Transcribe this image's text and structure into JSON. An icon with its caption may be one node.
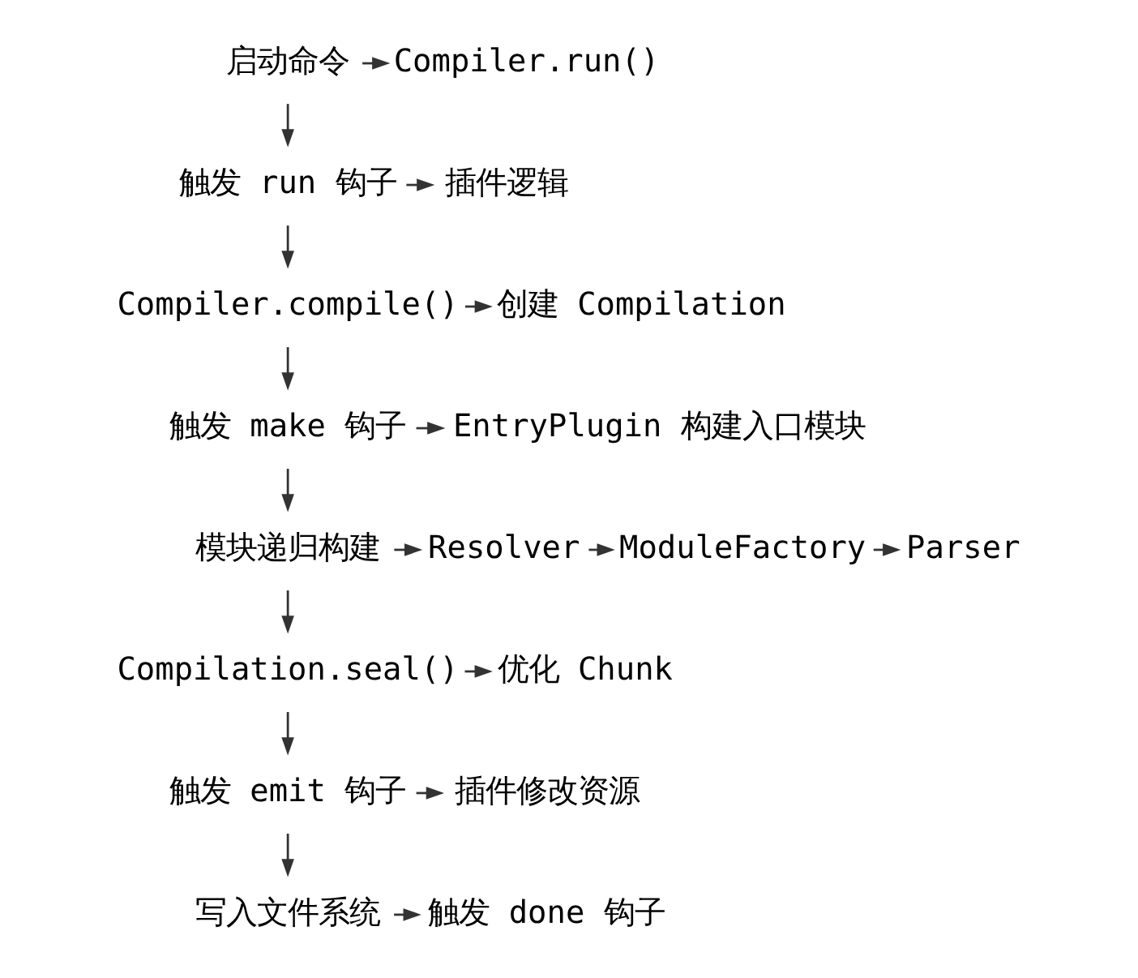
{
  "diagram": {
    "nodes": [
      {
        "text": [
          "启动命令"
        ]
      },
      {
        "text": [
          "Compiler.run()"
        ]
      },
      {
        "text": [
          "触发 run 钩子"
        ]
      },
      {
        "text": [
          "插件逻辑"
        ]
      },
      {
        "text": [
          "Compiler.compile()"
        ]
      },
      {
        "text": [
          "创建 Compilation"
        ]
      },
      {
        "text": [
          "触发 make 钩子"
        ]
      },
      {
        "text": [
          "EntryPlugin 构建入口模块"
        ]
      },
      {
        "text": [
          "模块递归构建"
        ]
      },
      {
        "text": [
          "Resolver"
        ]
      },
      {
        "text": [
          "ModuleFactory"
        ]
      },
      {
        "text": [
          "Parser"
        ]
      },
      {
        "text": [
          "Compilation.seal()"
        ]
      },
      {
        "text": [
          "优化 Chunk"
        ]
      },
      {
        "text": [
          "触发 emit 钩子"
        ]
      },
      {
        "text": [
          "插件修改资源"
        ]
      },
      {
        "text": [
          "写入文件系统"
        ]
      },
      {
        "text": [
          "触发 done 钩子"
        ]
      }
    ],
    "edges": [
      {
        "from": 0,
        "to": 1,
        "arrow": "to"
      },
      {
        "from": 0,
        "to": 2,
        "arrow": "to"
      },
      {
        "from": 2,
        "to": 3,
        "arrow": "to"
      },
      {
        "from": 2,
        "to": 4,
        "arrow": "to"
      },
      {
        "from": 4,
        "to": 5,
        "arrow": "to"
      },
      {
        "from": 4,
        "to": 6,
        "arrow": "to"
      },
      {
        "from": 6,
        "to": 7,
        "arrow": "to"
      },
      {
        "from": 6,
        "to": 8,
        "arrow": "to"
      },
      {
        "from": 8,
        "to": 9,
        "arrow": "to"
      },
      {
        "from": 9,
        "to": 10,
        "arrow": "to"
      },
      {
        "from": 10,
        "to": 11,
        "arrow": "to"
      },
      {
        "from": 8,
        "to": 12,
        "arrow": "to"
      },
      {
        "from": 12,
        "to": 13,
        "arrow": "to"
      },
      {
        "from": 12,
        "to": 14,
        "arrow": "to"
      },
      {
        "from": 14,
        "to": 15,
        "arrow": "to"
      },
      {
        "from": 14,
        "to": 16,
        "arrow": "to"
      },
      {
        "from": 16,
        "to": 17,
        "arrow": "to"
      }
    ]
  }
}
